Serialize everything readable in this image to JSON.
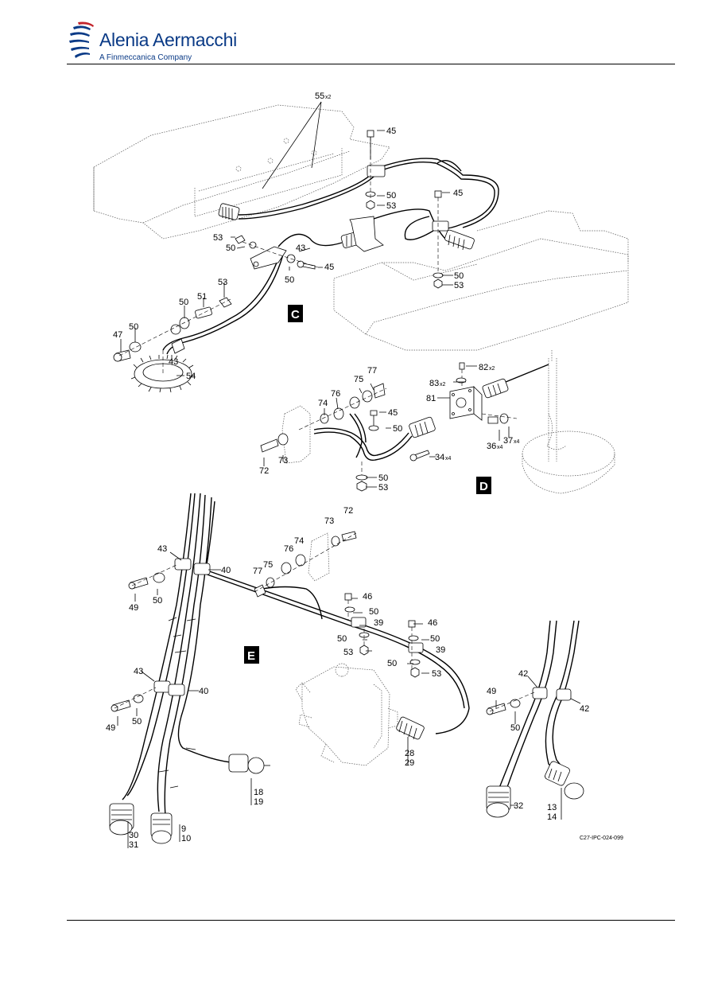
{
  "header": {
    "company_name": "Alenia Aermacchi",
    "company_tagline": "A Finmeccanica Company"
  },
  "figure": {
    "code": "C27-IPC-024-099",
    "views": [
      "C",
      "D",
      "E"
    ],
    "callouts_c": [
      {
        "num": "55",
        "qty": "x2"
      },
      {
        "num": "45",
        "qty": ""
      },
      {
        "num": "50",
        "qty": ""
      },
      {
        "num": "53",
        "qty": ""
      },
      {
        "num": "45",
        "qty": ""
      },
      {
        "num": "53",
        "qty": ""
      },
      {
        "num": "50",
        "qty": ""
      },
      {
        "num": "43",
        "qty": ""
      },
      {
        "num": "45",
        "qty": ""
      },
      {
        "num": "50",
        "qty": ""
      },
      {
        "num": "50",
        "qty": ""
      },
      {
        "num": "53",
        "qty": ""
      },
      {
        "num": "53",
        "qty": ""
      },
      {
        "num": "51",
        "qty": ""
      },
      {
        "num": "50",
        "qty": ""
      },
      {
        "num": "50",
        "qty": ""
      },
      {
        "num": "47",
        "qty": ""
      },
      {
        "num": "43",
        "qty": ""
      },
      {
        "num": "54",
        "qty": ""
      }
    ],
    "callouts_d": [
      {
        "num": "77",
        "qty": ""
      },
      {
        "num": "75",
        "qty": ""
      },
      {
        "num": "76",
        "qty": ""
      },
      {
        "num": "74",
        "qty": ""
      },
      {
        "num": "45",
        "qty": ""
      },
      {
        "num": "50",
        "qty": ""
      },
      {
        "num": "73",
        "qty": ""
      },
      {
        "num": "72",
        "qty": ""
      },
      {
        "num": "50",
        "qty": ""
      },
      {
        "num": "53",
        "qty": ""
      },
      {
        "num": "82",
        "qty": "x2"
      },
      {
        "num": "83",
        "qty": "x2"
      },
      {
        "num": "81",
        "qty": ""
      },
      {
        "num": "34",
        "qty": "x4"
      },
      {
        "num": "36",
        "qty": "x4"
      },
      {
        "num": "37",
        "qty": "x4"
      }
    ],
    "callouts_e": [
      {
        "num": "72",
        "qty": ""
      },
      {
        "num": "73",
        "qty": ""
      },
      {
        "num": "74",
        "qty": ""
      },
      {
        "num": "76",
        "qty": ""
      },
      {
        "num": "75",
        "qty": ""
      },
      {
        "num": "77",
        "qty": ""
      },
      {
        "num": "43",
        "qty": ""
      },
      {
        "num": "40",
        "qty": ""
      },
      {
        "num": "49",
        "qty": ""
      },
      {
        "num": "50",
        "qty": ""
      },
      {
        "num": "46",
        "qty": ""
      },
      {
        "num": "50",
        "qty": ""
      },
      {
        "num": "39",
        "qty": ""
      },
      {
        "num": "46",
        "qty": ""
      },
      {
        "num": "50",
        "qty": ""
      },
      {
        "num": "53",
        "qty": ""
      },
      {
        "num": "50",
        "qty": ""
      },
      {
        "num": "39",
        "qty": ""
      },
      {
        "num": "50",
        "qty": ""
      },
      {
        "num": "53",
        "qty": ""
      },
      {
        "num": "43",
        "qty": ""
      },
      {
        "num": "40",
        "qty": ""
      },
      {
        "num": "49",
        "qty": ""
      },
      {
        "num": "50",
        "qty": ""
      },
      {
        "num": "28",
        "qty": ""
      },
      {
        "num": "29",
        "qty": ""
      },
      {
        "num": "18",
        "qty": ""
      },
      {
        "num": "19",
        "qty": ""
      },
      {
        "num": "30",
        "qty": ""
      },
      {
        "num": "31",
        "qty": ""
      },
      {
        "num": "9",
        "qty": ""
      },
      {
        "num": "10",
        "qty": ""
      },
      {
        "num": "42",
        "qty": ""
      },
      {
        "num": "49",
        "qty": ""
      },
      {
        "num": "42",
        "qty": ""
      },
      {
        "num": "50",
        "qty": ""
      },
      {
        "num": "32",
        "qty": ""
      },
      {
        "num": "13",
        "qty": ""
      },
      {
        "num": "14",
        "qty": ""
      }
    ]
  }
}
